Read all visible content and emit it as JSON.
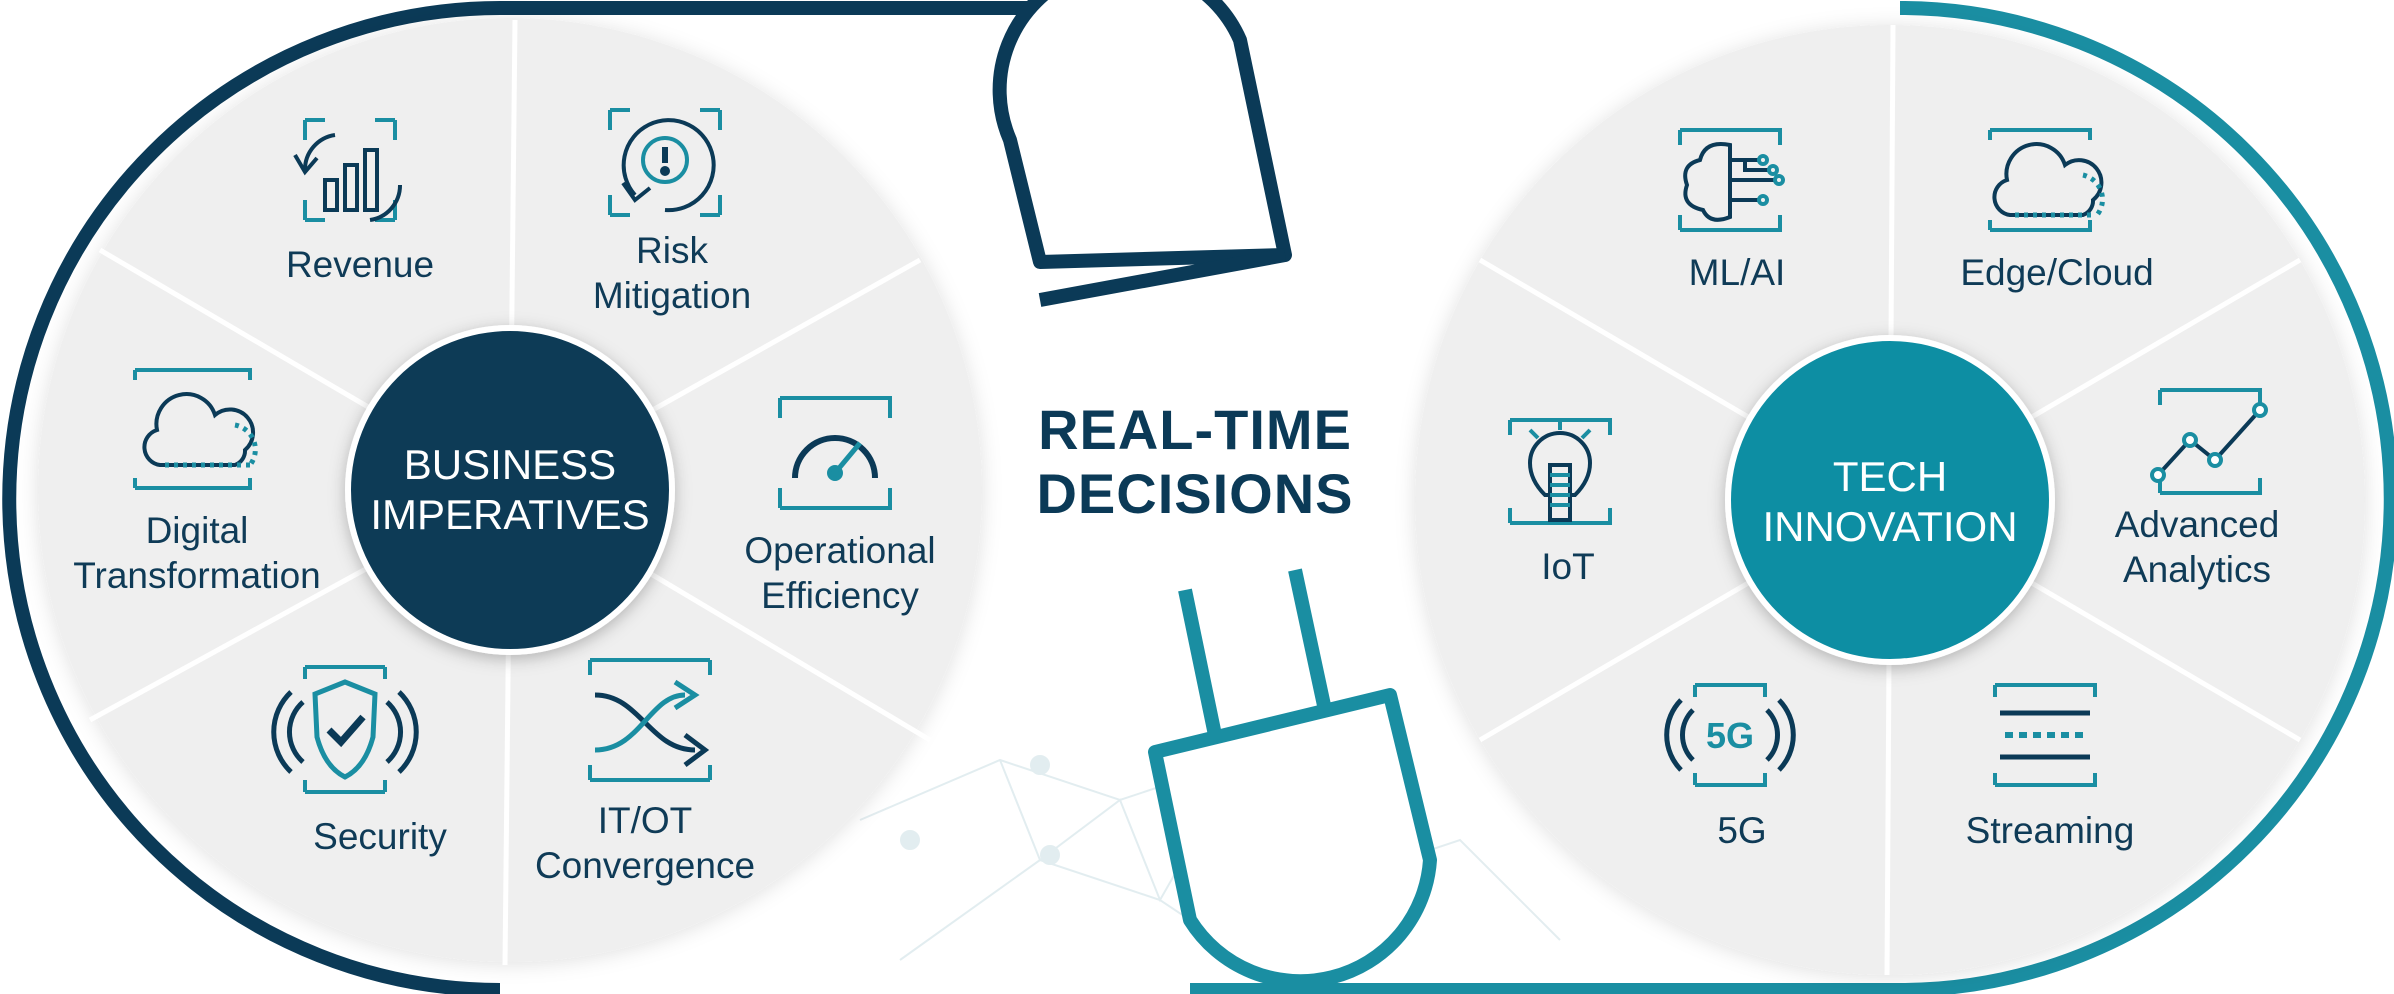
{
  "colors": {
    "navy": "#0b3a57",
    "teal": "#128fa3",
    "segment_fill": "#efefef",
    "text": "#0f3b57"
  },
  "center": {
    "title_line1": "REAL-TIME",
    "title_line2": "DECISIONS"
  },
  "business": {
    "hub_line1": "BUSINESS",
    "hub_line2": "IMPERATIVES",
    "segments": [
      {
        "line1": "Revenue",
        "line2": "",
        "icon": "revenue-chart-icon"
      },
      {
        "line1": "Risk",
        "line2": "Mitigation",
        "icon": "risk-alert-icon"
      },
      {
        "line1": "Operational",
        "line2": "Efficiency",
        "icon": "gauge-icon"
      },
      {
        "line1": "IT/OT",
        "line2": "Convergence",
        "icon": "converging-arrows-icon"
      },
      {
        "line1": "Security",
        "line2": "",
        "icon": "shield-check-icon"
      },
      {
        "line1": "Digital",
        "line2": "Transformation",
        "icon": "cloud-icon"
      }
    ]
  },
  "tech": {
    "hub_line1": "TECH",
    "hub_line2": "INNOVATION",
    "segments": [
      {
        "line1": "ML/AI",
        "line2": "",
        "icon": "brain-circuit-icon"
      },
      {
        "line1": "Edge/Cloud",
        "line2": "",
        "icon": "edge-cloud-icon"
      },
      {
        "line1": "Advanced",
        "line2": "Analytics",
        "icon": "line-graph-icon"
      },
      {
        "line1": "Streaming",
        "line2": "",
        "icon": "streaming-icon"
      },
      {
        "line1": "5G",
        "line2": "",
        "icon": "5g-icon",
        "badge": "5G"
      },
      {
        "line1": "IoT",
        "line2": "",
        "icon": "lightbulb-icon"
      }
    ]
  }
}
